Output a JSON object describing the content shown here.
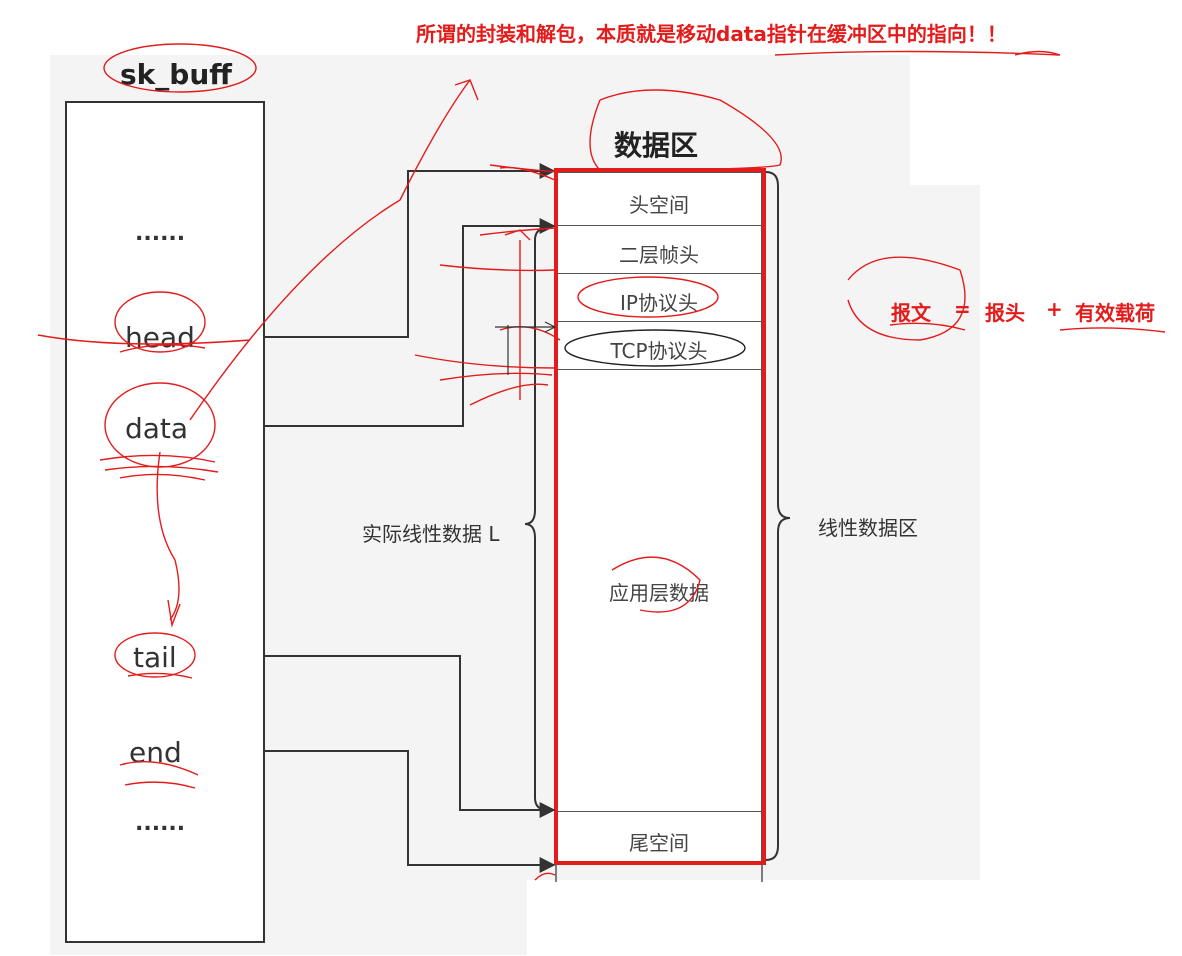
{
  "annotation": "所谓的封装和解包，本质就是移动data指针在缓冲区中的指向！！",
  "sk_buff": {
    "title": "sk_buff",
    "fields": [
      "......",
      "head",
      "data",
      "tail",
      "end",
      "......"
    ]
  },
  "data_area": {
    "title": "数据区",
    "segments": [
      "头空间",
      "二层帧头",
      "IP协议头",
      "TCP协议头",
      "应用层数据",
      "尾空间"
    ],
    "actual_label": "实际线性数据 L",
    "linear_label": "线性数据区"
  },
  "formula": {
    "lhs": "报文",
    "eq": "=",
    "head": "报头",
    "plus": "+",
    "payload": "有效载荷"
  },
  "colors": {
    "annotation": "#e41b1b",
    "outline": "#333333",
    "highlight": "#e41b1b"
  }
}
